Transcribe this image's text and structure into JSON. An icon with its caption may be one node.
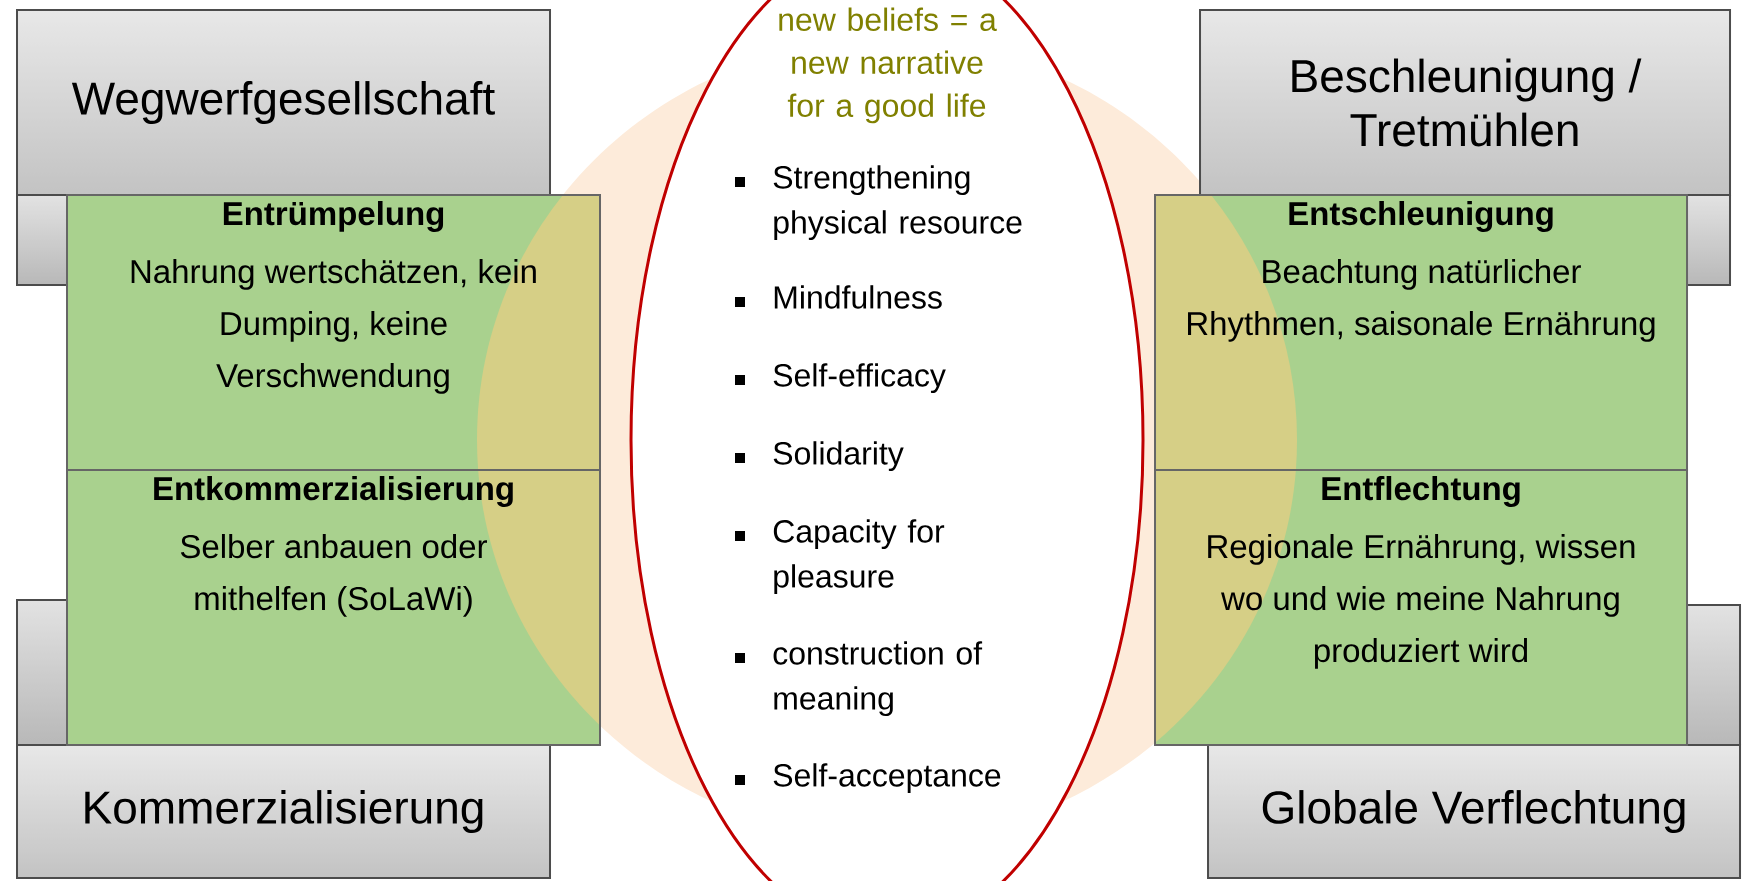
{
  "diagram": {
    "nodes": [
      {
        "text": [
          "new beliefs = a new narrative for a good life",
          "Strengthening physical resource",
          "Mindfulness",
          "Self-efficacy",
          "Solidarity",
          "Capacity for pleasure",
          "construction of meaning",
          "Self-acceptance"
        ]
      },
      {
        "text": [
          "Wegwerfgesellschaft"
        ]
      },
      {
        "text": [
          "Kommerzialisierung"
        ]
      },
      {
        "text": [
          "Entrümpelung",
          "Nahrung wertschätzen, kein Dumping, keine Verschwendung"
        ]
      },
      {
        "text": [
          "Entkommerzialisierung",
          "Selber anbauen oder mithelfen (SoLaWi)"
        ]
      },
      {
        "text": [
          "Beschleunigung / Tretmühlen"
        ]
      },
      {
        "text": [
          "Globale Verflechtung"
        ]
      },
      {
        "text": [
          "Entschleunigung",
          "Beachtung natürlicher Rhythmen, saisonale Ernährung"
        ]
      },
      {
        "text": [
          "Entflechtung",
          "Regionale Ernährung, wissen wo und wie meine Nahrung produziert wird"
        ]
      }
    ]
  }
}
